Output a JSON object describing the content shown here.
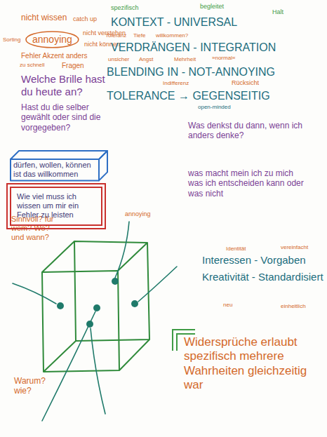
{
  "diagram": {
    "nodes": [
      {
        "text": [
          "annoying"
        ]
      },
      {
        "text": [
          "dürfen, wollen, können ist das willkommen"
        ]
      },
      {
        "text": [
          "Wie viel muss ich wissen um mir ein Fehler zu leisten"
        ]
      }
    ],
    "labels": [
      "nicht wissen",
      "catch up",
      "Sorting",
      "nicht verstehen",
      "nicht können",
      "Fehler Akzent anders",
      "zu schnell",
      "Fragen",
      "Welche Brille hast du heute an?",
      "Hast du die selber gewählt oder sind die vorgegeben?",
      "spezifisch",
      "begleitet",
      "Halt",
      "KONTEXT - UNIVERSAL",
      "Toleranz",
      "Tiefe",
      "willkommen?",
      "VERDRÄNGEN - INTEGRATION",
      "unsicher",
      "Angst",
      "Mehrheit",
      "»normal«",
      "BLENDING IN - NOT-ANNOYING",
      "Indifferenz",
      "Rücksicht",
      "TOLERANCE → GEGENSEITIG",
      "open-minded",
      "Was denkst du dann, wenn ich anders denke?",
      "was macht mein ich zu mich was ich entscheiden kann oder was nicht",
      "annoying",
      "Sinnvoll? für wem? Wo? und wann?",
      "Identität",
      "vereinfacht",
      "Interessen - Vorgaben",
      "Kreativität - Standardisiert",
      "neu",
      "einheitlich",
      "Widersprüche erlaubt spezifisch mehrere Wahrheiten gleichzeitig war",
      "Warum? wie?"
    ]
  }
}
